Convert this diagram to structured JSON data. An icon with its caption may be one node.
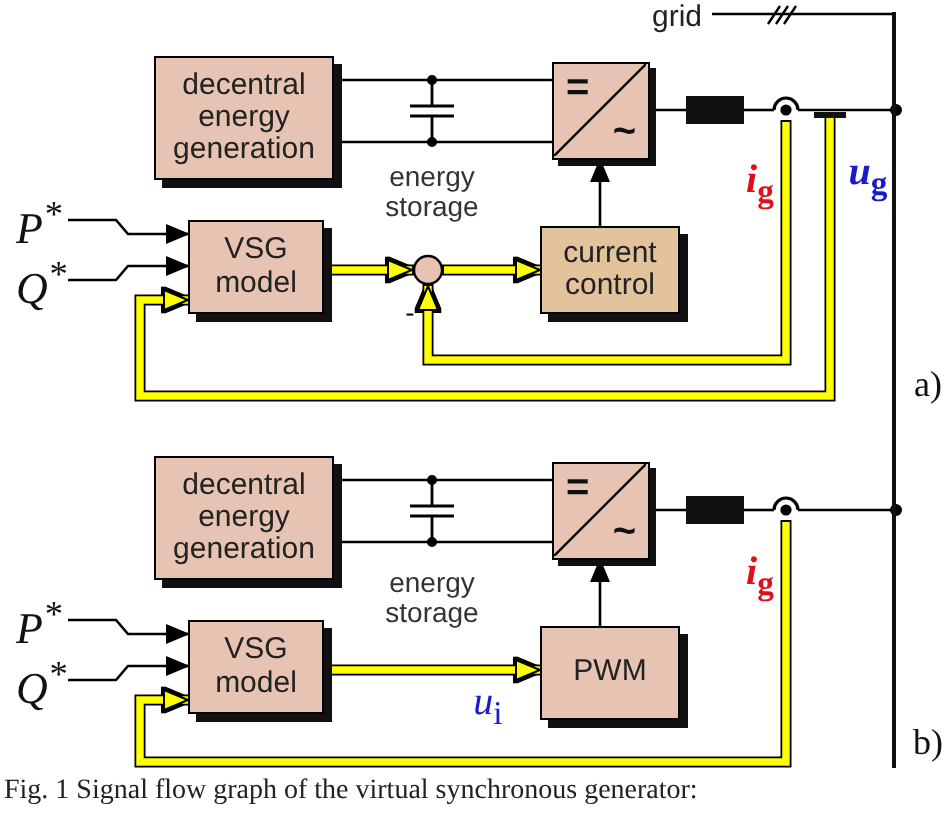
{
  "diagram": {
    "caption": "Fig. 1 Signal flow graph of the virtual synchronous generator:",
    "nodes": [
      {
        "text": [
          "decentral energy generation"
        ]
      },
      {
        "text": [
          "=",
          "~"
        ]
      },
      {
        "text": [],
        "shape": "box"
      },
      {
        "text": [],
        "shape": "circle"
      },
      {
        "text": [],
        "shape": "bar"
      },
      {
        "text": [
          "P$^{*}$"
        ]
      },
      {
        "text": [
          "Q$^{*}$"
        ]
      },
      {
        "text": [
          "VSG model"
        ]
      },
      {
        "text": [],
        "shape": "circle"
      },
      {
        "text": [
          "current control"
        ]
      },
      {
        "text": [
          "decentral energy generation"
        ]
      },
      {
        "text": [
          "=",
          "~"
        ]
      },
      {
        "text": [],
        "shape": "box"
      },
      {
        "text": [],
        "shape": "circle"
      },
      {
        "text": [
          "P$^{*}$"
        ]
      },
      {
        "text": [
          "Q$^{*}$"
        ]
      },
      {
        "text": [
          "VSG model"
        ]
      },
      {
        "text": [
          "PWM"
        ]
      },
      {
        "text": [],
        "shape": "bar"
      },
      {
        "text": [
          "grid"
        ]
      }
    ],
    "edges": [
      {
        "from": 0,
        "to": 1,
        "arrow": "none"
      },
      {
        "from": 0,
        "to": 1,
        "arrow": "none"
      },
      {
        "from": 1,
        "to": 2,
        "arrow": "none"
      },
      {
        "from": 2,
        "to": 3,
        "arrow": "none"
      },
      {
        "from": 3,
        "to": 18,
        "arrow": "other"
      },
      {
        "from": 5,
        "to": 7,
        "arrow": "to"
      },
      {
        "from": 6,
        "to": 7,
        "arrow": "to"
      },
      {
        "from": 7,
        "to": 8,
        "arrow": "to",
        "style": "thick",
        "color": "#ffff00"
      },
      {
        "from": 8,
        "to": 9,
        "arrow": "to",
        "style": "thick",
        "color": "#ffff00"
      },
      {
        "from": 9,
        "to": 1,
        "arrow": "to"
      },
      {
        "from": 3,
        "to": 8,
        "arrow": "to",
        "style": "thick",
        "color": "#ffff00"
      },
      {
        "from": 4,
        "to": 7,
        "arrow": "to",
        "style": "thick",
        "color": "#ffff00"
      },
      {
        "from": 10,
        "to": 11,
        "arrow": "none"
      },
      {
        "from": 10,
        "to": 11,
        "arrow": "none"
      },
      {
        "from": 11,
        "to": 12,
        "arrow": "none"
      },
      {
        "from": 12,
        "to": 13,
        "arrow": "none"
      },
      {
        "from": 13,
        "to": 18,
        "arrow": "other"
      },
      {
        "from": 14,
        "to": 16,
        "arrow": "to"
      },
      {
        "from": 15,
        "to": 16,
        "arrow": "to"
      },
      {
        "from": 16,
        "to": 17,
        "arrow": "to",
        "style": "thick",
        "color": "#ffff00"
      },
      {
        "from": 17,
        "to": 11,
        "arrow": "to"
      },
      {
        "from": 13,
        "to": 16,
        "arrow": "to",
        "style": "thick",
        "color": "#ffff00"
      },
      {
        "from": 19,
        "to": 18,
        "arrow": "none"
      }
    ],
    "labels": [
      "energy storage",
      "*i*$_{g}$",
      "*u*$_{g}$",
      "-",
      "a)",
      "energy storage",
      "*u*$_{i}$",
      "*i*$_{g}$",
      "b)"
    ]
  }
}
